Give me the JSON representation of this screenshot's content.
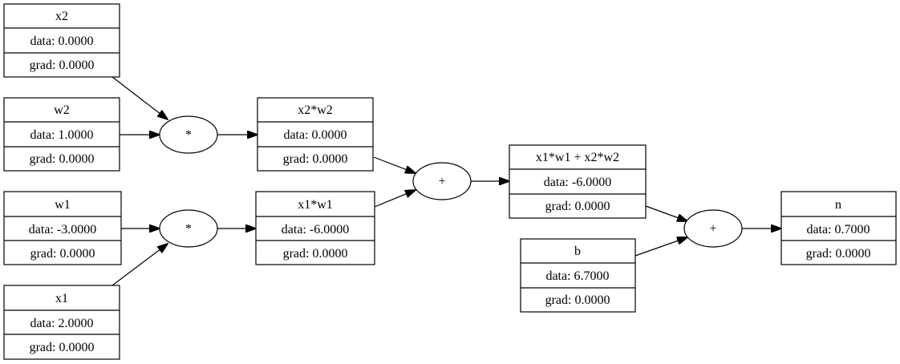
{
  "nodes": {
    "x2": {
      "label": "x2",
      "data": "data: 0.0000",
      "grad": "grad: 0.0000"
    },
    "w2": {
      "label": "w2",
      "data": "data: 1.0000",
      "grad": "grad: 0.0000"
    },
    "w1": {
      "label": "w1",
      "data": "data: -3.0000",
      "grad": "grad: 0.0000"
    },
    "x1": {
      "label": "x1",
      "data": "data: 2.0000",
      "grad": "grad: 0.0000"
    },
    "x2w2": {
      "label": "x2*w2",
      "data": "data: 0.0000",
      "grad": "grad: 0.0000"
    },
    "x1w1": {
      "label": "x1*w1",
      "data": "data: -6.0000",
      "grad": "grad: 0.0000"
    },
    "sum": {
      "label": "x1*w1 + x2*w2",
      "data": "data: -6.0000",
      "grad": "grad: 0.0000"
    },
    "b": {
      "label": "b",
      "data": "data: 6.7000",
      "grad": "grad: 0.0000"
    },
    "n": {
      "label": "n",
      "data": "data: 0.7000",
      "grad": "grad: 0.0000"
    }
  },
  "ops": {
    "mul_top": "*",
    "mul_bottom": "*",
    "add_middle": "+",
    "add_final": "+"
  }
}
